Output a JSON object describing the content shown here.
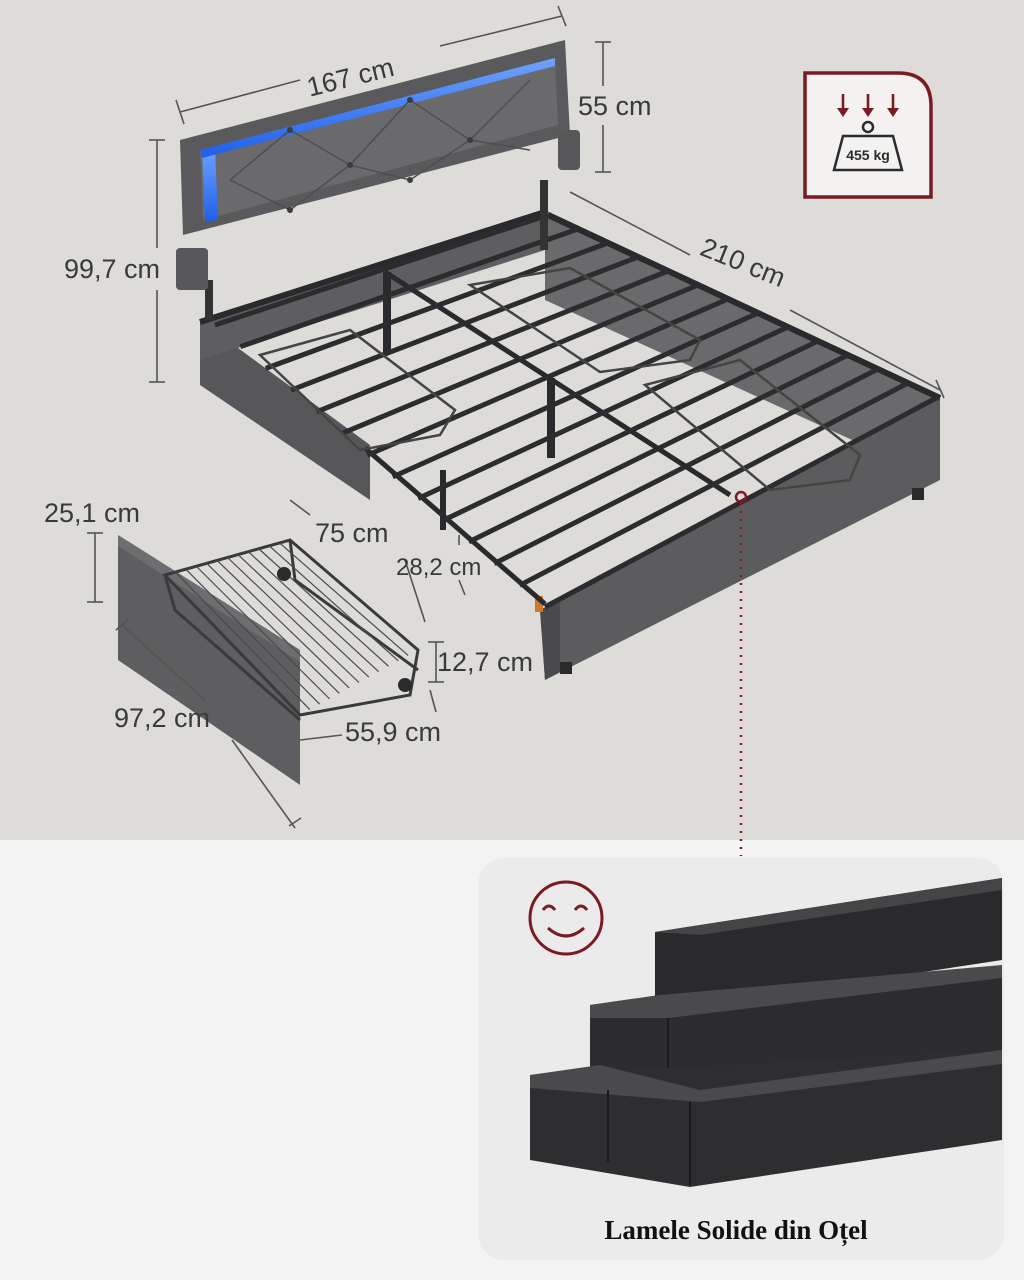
{
  "dimensions": {
    "width": "167 cm",
    "headboard_height": "55 cm",
    "total_height": "99,7 cm",
    "length": "210 cm",
    "drawer_height": "25,1 cm",
    "drawer_depth": "75 cm",
    "clearance": "28,2 cm",
    "basket_height": "12,7 cm",
    "drawer_width": "97,2 cm",
    "basket_width": "55,9 cm"
  },
  "load_badge": {
    "label": "455 kg",
    "color": "#7a1a22"
  },
  "detail_panel": {
    "caption": "Lamele Solide din Oțel"
  },
  "icons": [
    "weight-load-icon",
    "smiley-icon"
  ],
  "colors": {
    "fabric": "#5c5c5e",
    "steel": "#2c2c2e",
    "led": "#3d7dff",
    "accent": "#7a1a22",
    "background": "#dedcd9"
  }
}
